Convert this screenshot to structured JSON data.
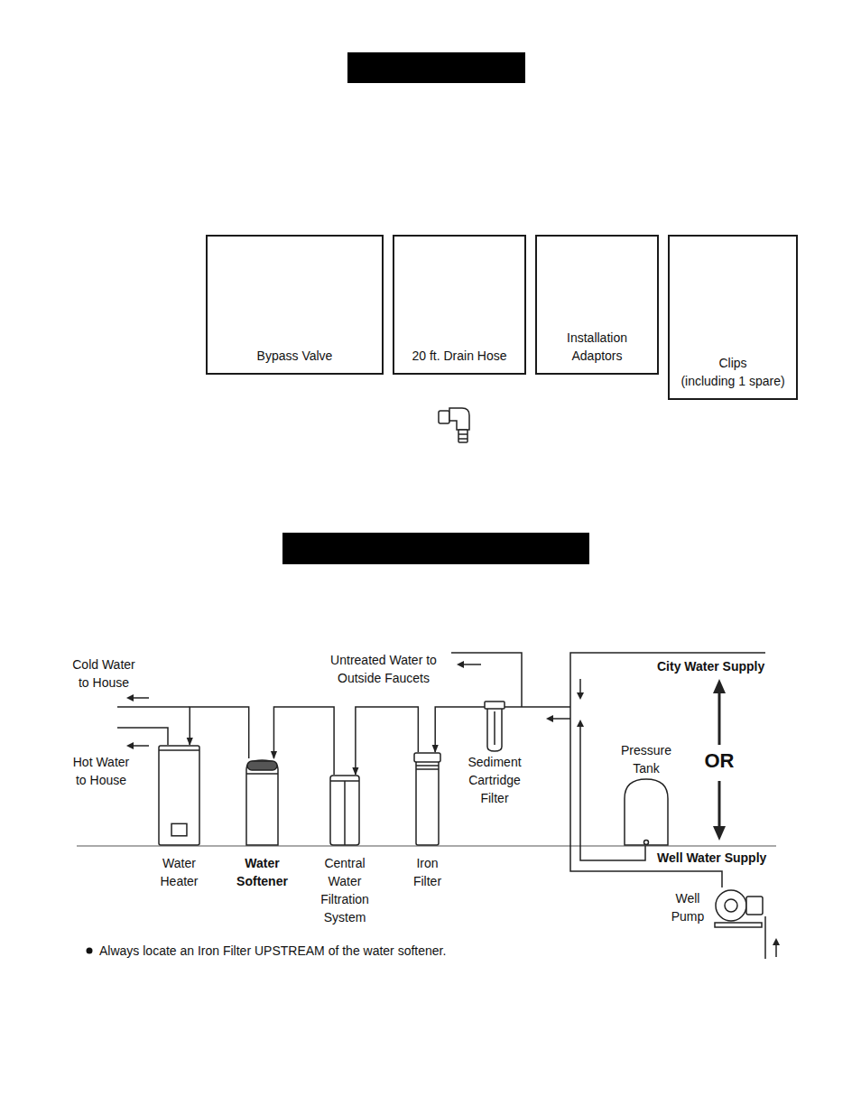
{
  "diagram": {
    "nodes": [
      {
        "text": [
          "Bypass Valve"
        ]
      },
      {
        "text": [
          "20 ft. Drain Hose"
        ]
      },
      {
        "text": [
          "Installation Adaptors"
        ]
      },
      {
        "text": [
          "Clips",
          "(including 1 spare)"
        ]
      },
      {
        "text": [
          "Water Heater"
        ]
      },
      {
        "text": [
          "Water Softener"
        ]
      },
      {
        "text": [
          "Central Water Filtration System"
        ]
      },
      {
        "text": [
          "Iron Filter"
        ]
      },
      {
        "text": [
          "Sediment Cartridge Filter"
        ]
      },
      {
        "text": [
          "Pressure Tank"
        ]
      },
      {
        "text": [
          "Well Pump"
        ]
      }
    ],
    "edges": [
      {
        "from": 8,
        "to": 7,
        "arrow": "to"
      },
      {
        "from": 7,
        "to": 6,
        "arrow": "to"
      },
      {
        "from": 6,
        "to": 5,
        "arrow": "to"
      },
      {
        "from": 5,
        "to": 4,
        "arrow": "to"
      }
    ],
    "labels": [
      "Cold Water to House",
      "Hot Water to House",
      "Untreated Water to Outside Faucets",
      "City Water Supply",
      "OR",
      "Well Water Supply",
      "Always locate an Iron Filter UPSTREAM of the water softener."
    ]
  }
}
